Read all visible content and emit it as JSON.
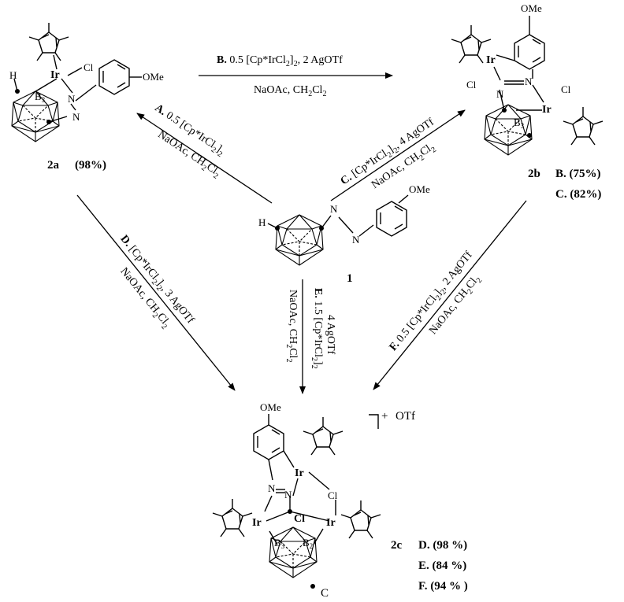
{
  "compounds": {
    "c1": {
      "label": "1",
      "substituent": "OMe",
      "h_atom": "H"
    },
    "c2a": {
      "label": "2a",
      "yield": "(98%)",
      "atoms": {
        "ir": "Ir",
        "cl": "Cl",
        "h": "H",
        "b3": "B",
        "b3_sub": "3",
        "n1": "N",
        "n2": "N",
        "ome": "OMe"
      }
    },
    "c2b": {
      "label": "2b",
      "yields": [
        "B. (75%)",
        "C. (82%)"
      ],
      "atoms": {
        "ir1": "Ir",
        "ir2": "Ir",
        "cl1": "Cl",
        "cl2": "Cl",
        "n1": "N",
        "n2": "N",
        "b3": "B",
        "b3_sub": "3",
        "ome": "OMe"
      }
    },
    "c2c": {
      "label": "2c",
      "yields": [
        "D. (98 %)",
        "E. (84 %)",
        "F. (94 % )"
      ],
      "charge": "+",
      "counterion": "OTf",
      "atoms": {
        "ir_top": "Ir",
        "ir_left": "Ir",
        "ir_right": "Ir",
        "cl_top": "Cl",
        "cl_mid": "Cl",
        "n1": "N",
        "n2": "N",
        "b3": "B",
        "b3_sub": "3",
        "b2": "B",
        "b2_sub": "2",
        "ome": "OMe"
      }
    }
  },
  "legend": {
    "dot_label": "C"
  },
  "reactions": {
    "A": {
      "line1": "A. 0.5 [Cp*IrCl2]2",
      "line2": "NaOAc, CH2Cl2"
    },
    "B": {
      "line1": "B. 0.5 [Cp*IrCl2]2, 2 AgOTf",
      "line2": "NaOAc, CH2Cl2"
    },
    "C": {
      "line1": "C. [Cp*IrCl2]2, 4 AgOTf",
      "line2": "NaOAc, CH2Cl2"
    },
    "D": {
      "line1": "D. [Cp*IrCl2]2, 3 AgOTf",
      "line2": "NaOAc, CH2Cl2"
    },
    "E": {
      "line1": "4 AgOTf",
      "line2": "E. 1.5 [Cp*IrCl2]2",
      "line3": "NaOAc, CH2Cl2"
    },
    "F": {
      "line1": "F. 0.5 [Cp*IrCl2]2, 2 AgOTf",
      "line2": "NaOAc, CH2Cl2"
    }
  }
}
